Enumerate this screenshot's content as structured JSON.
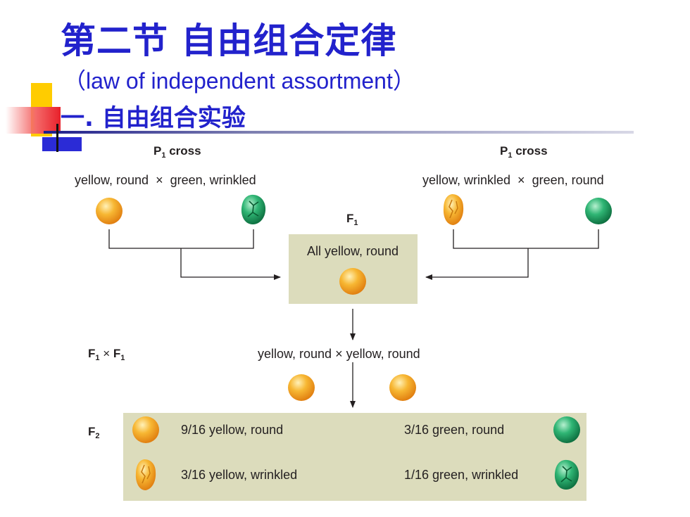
{
  "slide": {
    "title": "第二节  自由组合定律",
    "subtitle": "（law of  independent assortment）",
    "section_heading": "一. 自由组合实验"
  },
  "diagram": {
    "left_cross": {
      "label_main": "P",
      "label_sub": "1",
      "label_rest": " cross",
      "parents": "yellow, round  ×  green, wrinkled"
    },
    "right_cross": {
      "label_main": "P",
      "label_sub": "1",
      "label_rest": " cross",
      "parents": "yellow, wrinkled  ×  green, round"
    },
    "f1": {
      "label_main": "F",
      "label_sub": "1",
      "result": "All yellow, round"
    },
    "f1_cross": {
      "label_a": "F",
      "label_a_sub": "1",
      "times": " × ",
      "label_b": "F",
      "label_b_sub": "1",
      "description": "yellow, round × yellow, round"
    },
    "f2": {
      "label_main": "F",
      "label_sub": "2",
      "outcomes": [
        {
          "text": "9/16 yellow, round",
          "pea": "yellow-round"
        },
        {
          "text": "3/16 green, round",
          "pea": "green-round"
        },
        {
          "text": "3/16 yellow, wrinkled",
          "pea": "yellow-wrinkled"
        },
        {
          "text": "1/16 green, wrinkled",
          "pea": "green-wrinkled"
        }
      ]
    },
    "colors": {
      "box_fill": "#dcdcbc",
      "yellow_pea": "#f4a626",
      "green_pea": "#1fa066",
      "line": "#231f20"
    }
  }
}
